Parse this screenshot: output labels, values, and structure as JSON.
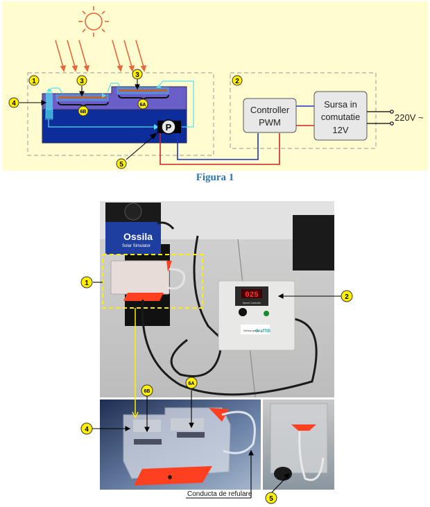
{
  "schematic": {
    "background_color": "#fffdd0",
    "markers": {
      "m1": "1",
      "m2": "2",
      "m3a": "3",
      "m3b": "3",
      "m4": "4",
      "m5": "5",
      "m6a": "6A",
      "m6b": "6B"
    },
    "pump_label": "P",
    "controller": {
      "line1": "Controller",
      "line2": "PWM"
    },
    "power_supply": {
      "line1": "Sursa in",
      "line2": "comutatie",
      "line3": "12V"
    },
    "mains_label": "220V ~",
    "colors": {
      "sun": "#e8673a",
      "light_chamber": "#6a5fc9",
      "dark_chamber": "#0d2d9a",
      "water_flow": "#52e0f0",
      "wire_positive": "#d22222",
      "wire_negative": "#1a2fc4",
      "marker_fill": "#ffef00",
      "box_fill": "#e8e8e8"
    }
  },
  "figure_caption": "Figura 1",
  "photos": {
    "simulator_brand": "Ossila",
    "simulator_subtitle": "Solar Simulator",
    "controller_display": "025",
    "controller_panel_label": "Speed Controller",
    "sponsor_logo_1": "Norway grants",
    "sponsor_logo_2": "GrafTID",
    "markers": {
      "m1": "1",
      "m2": "2",
      "m4": "4",
      "m5": "5",
      "m6a": "6A",
      "m6b": "6B"
    },
    "discharge_pipe_label": "Conducta de refulare"
  }
}
